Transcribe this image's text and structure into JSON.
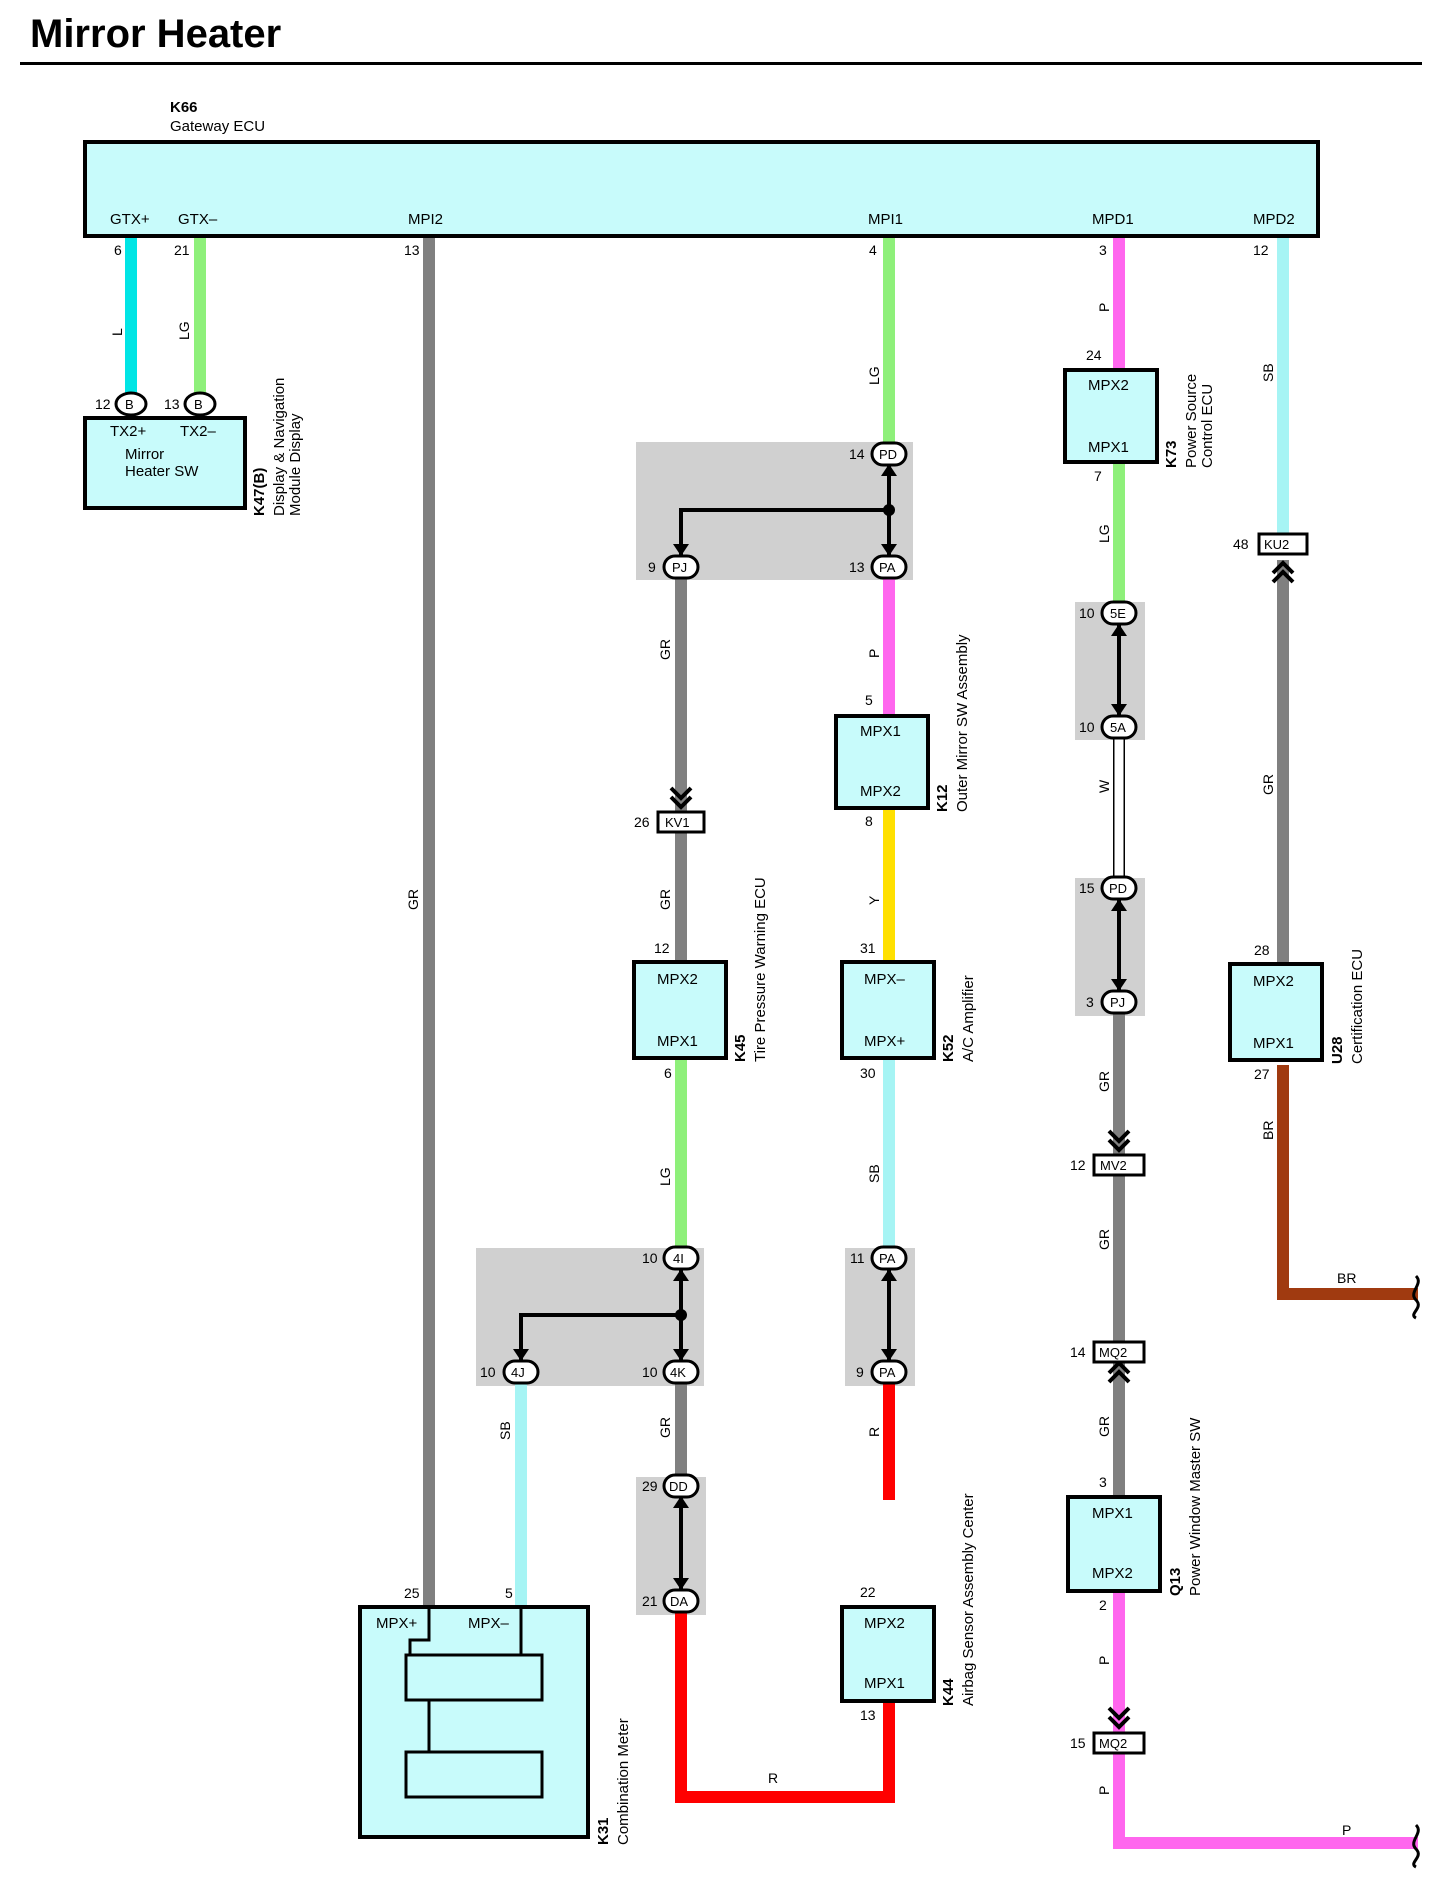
{
  "title": "Mirror Heater",
  "colors": {
    "L": "#00e5e5",
    "LG": "#8ef07a",
    "GR": "#808080",
    "SB": "#a6f4f4",
    "P": "#ff66ee",
    "Y": "#ffe000",
    "R": "#ff0000",
    "BR": "#a03a10",
    "W": "#ffffff",
    "component_fill": "#c8fbfb",
    "junction_fill": "#d0d0d0"
  },
  "gateway": {
    "code": "K66",
    "name": "Gateway ECU",
    "terminals": {
      "gtxp": "GTX+",
      "gtxm": "GTX–",
      "mpi2": "MPI2",
      "mpi1": "MPI1",
      "mpd1": "MPD1",
      "mpd2": "MPD2"
    },
    "pins": {
      "gtxp": "6",
      "gtxm": "21",
      "mpi2": "13",
      "mpi1": "4",
      "mpd1": "3",
      "mpd2": "12"
    }
  },
  "k47": {
    "code": "K47(B)",
    "name_line1": "Display & Navigation",
    "name_line2": "Module Display",
    "inner_line1": "Mirror",
    "inner_line2": "Heater SW",
    "t1": "TX2+",
    "t2": "TX2–",
    "pin1": "12",
    "pin2": "13",
    "conn": "B"
  },
  "k73": {
    "code": "K73",
    "name_line1": "Power Source",
    "name_line2": "Control ECU",
    "t_top": "MPX2",
    "t_bot": "MPX1",
    "pin_top": "24",
    "pin_bot": "7"
  },
  "k12": {
    "code": "K12",
    "name": "Outer Mirror SW Assembly",
    "t_top": "MPX1",
    "t_bot": "MPX2",
    "pin_top": "5",
    "pin_bot": "8"
  },
  "k45": {
    "code": "K45",
    "name": "Tire Pressure Warning ECU",
    "t_top": "MPX2",
    "t_bot": "MPX1",
    "pin_top": "12",
    "pin_bot": "6"
  },
  "k52": {
    "code": "K52",
    "name": "A/C Amplifier",
    "t_top": "MPX–",
    "t_bot": "MPX+",
    "pin_top": "31",
    "pin_bot": "30"
  },
  "u28": {
    "code": "U28",
    "name": "Certification ECU",
    "t_top": "MPX2",
    "t_bot": "MPX1",
    "pin_top": "28",
    "pin_bot": "27"
  },
  "q13": {
    "code": "Q13",
    "name": "Power Window Master SW",
    "t_top": "MPX1",
    "t_bot": "MPX2",
    "pin_top": "3",
    "pin_bot": "2"
  },
  "k44": {
    "code": "K44",
    "name": "Airbag Sensor Assembly Center",
    "t_top": "MPX2",
    "t_bot": "MPX1",
    "pin_top": "22",
    "pin_bot": "13"
  },
  "k31": {
    "code": "K31",
    "name": "Combination Meter",
    "t1": "MPX+",
    "t2": "MPX–",
    "pin1": "25",
    "pin2": "5"
  },
  "connectors": {
    "pd_a": {
      "label": "PD",
      "pin": "14"
    },
    "pj_a": {
      "label": "PJ",
      "pin": "9"
    },
    "pa_a": {
      "label": "PA",
      "pin": "13"
    },
    "kv1": {
      "label": "KV1",
      "pin": "26"
    },
    "c4i": {
      "label": "4I",
      "pin": "10"
    },
    "c4j": {
      "label": "4J",
      "pin": "10"
    },
    "c4k": {
      "label": "4K",
      "pin": "10"
    },
    "dd": {
      "label": "DD",
      "pin": "29"
    },
    "da": {
      "label": "DA",
      "pin": "21"
    },
    "pa_b": {
      "label": "PA",
      "pin": "11"
    },
    "pa_c": {
      "label": "PA",
      "pin": "9"
    },
    "c5e": {
      "label": "5E",
      "pin": "10"
    },
    "c5a": {
      "label": "5A",
      "pin": "10"
    },
    "pd_b": {
      "label": "PD",
      "pin": "15"
    },
    "pj_b": {
      "label": "PJ",
      "pin": "3"
    },
    "mv2": {
      "label": "MV2",
      "pin": "12"
    },
    "mq2a": {
      "label": "MQ2",
      "pin": "14"
    },
    "mq2b": {
      "label": "MQ2",
      "pin": "15"
    },
    "ku2": {
      "label": "KU2",
      "pin": "48"
    }
  },
  "wire_colors": {
    "l": "L",
    "lg": "LG",
    "gr": "GR",
    "p": "P",
    "y": "Y",
    "sb": "SB",
    "r": "R",
    "w": "W",
    "br": "BR"
  }
}
